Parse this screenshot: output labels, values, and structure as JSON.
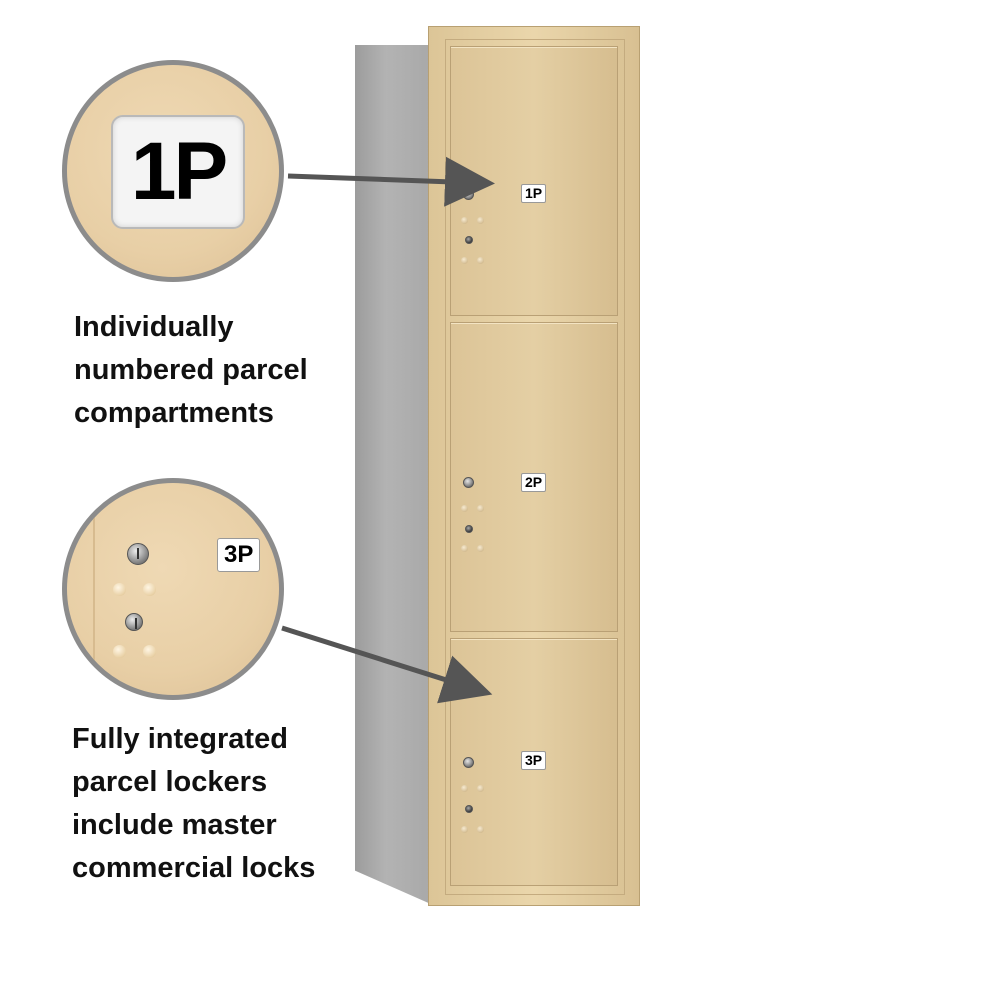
{
  "zoom_top": {
    "label": "1P"
  },
  "zoom_bottom": {
    "label": "3P"
  },
  "caption_top": {
    "lines": [
      "Individually",
      "numbered parcel",
      "compartments"
    ]
  },
  "caption_bottom": {
    "lines": [
      "Fully integrated",
      "parcel lockers",
      "include master",
      "commercial locks"
    ]
  },
  "doors": [
    {
      "label": "1P"
    },
    {
      "label": "2P"
    },
    {
      "label": "3P"
    }
  ],
  "colors": {
    "finish": "#e4cfa4",
    "side": "#a8a8a8",
    "arrow": "#555555",
    "circle_border": "#8c8c8c"
  }
}
